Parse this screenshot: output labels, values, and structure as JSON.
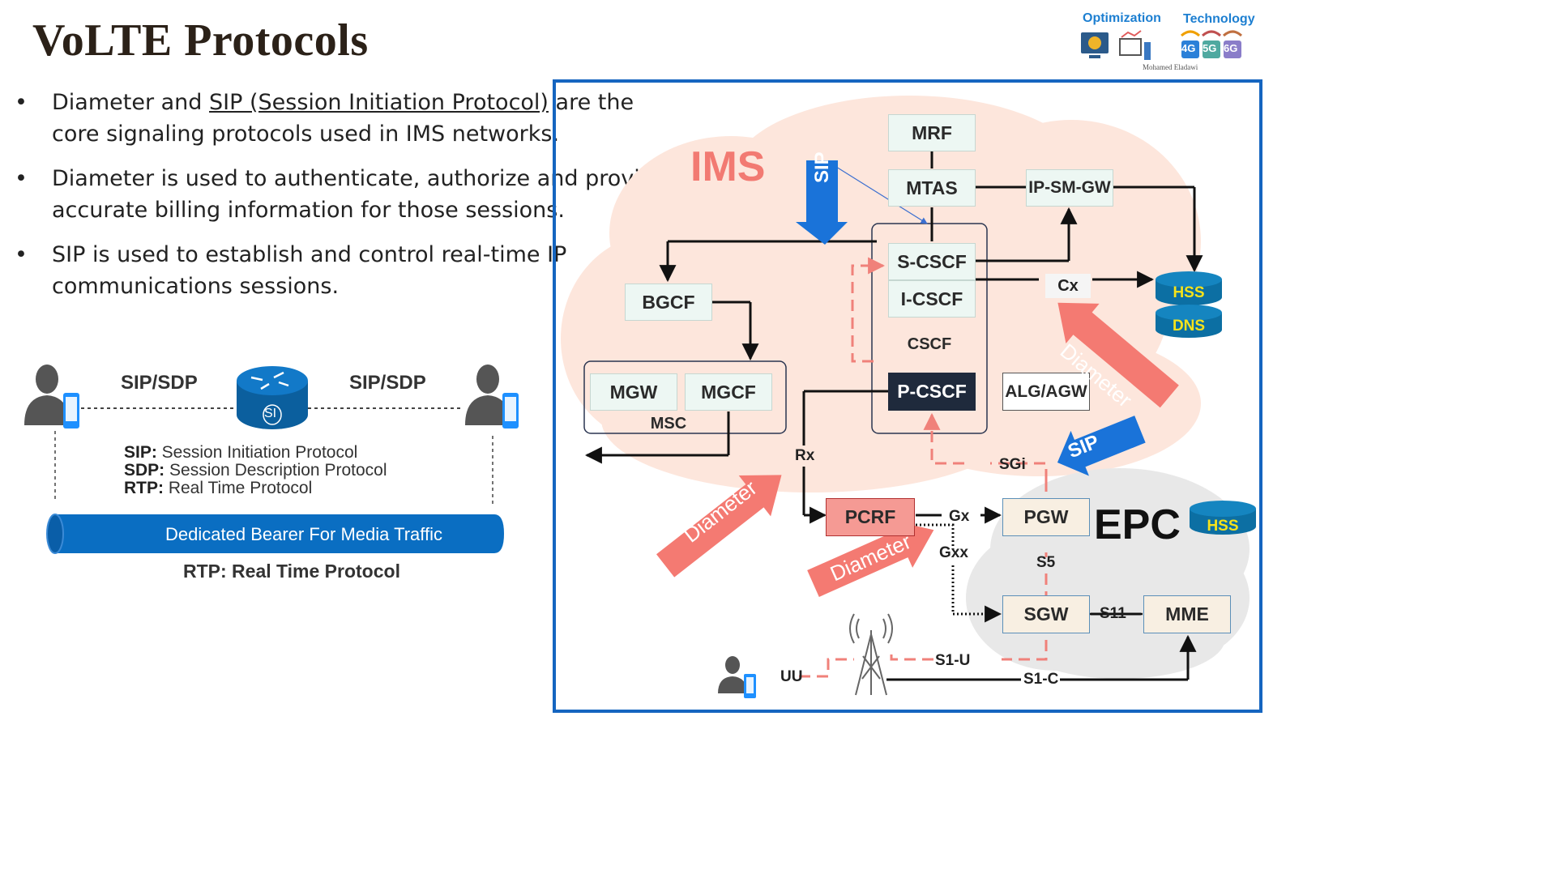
{
  "title": "VoLTE Protocols",
  "bullets": [
    {
      "pre": "Diameter and ",
      "link": "SIP (Session Initiation Protocol)",
      "post": " are the core signaling protocols used in IMS networks."
    },
    {
      "pre": "Diameter is used to authenticate, authorize and provide accurate billing information for those sessions.",
      "link": "",
      "post": ""
    },
    {
      "pre": "SIP is used to establish and control real-time IP communications sessions.",
      "link": "",
      "post": ""
    }
  ],
  "left_diagram": {
    "sip_sdp_left": "SIP/SDP",
    "sip_sdp_right": "SIP/SDP",
    "router_label": "SI",
    "legend": [
      {
        "abbr": "SIP:",
        "text": " Session Initiation Protocol"
      },
      {
        "abbr": "SDP:",
        "text": " Session Description Protocol"
      },
      {
        "abbr": "RTP:",
        "text": " Real Time Protocol"
      }
    ],
    "bearer": "Dedicated Bearer For Media Traffic",
    "rtp": "RTP: Real Time Protocol"
  },
  "logo": {
    "optimization": "Optimization",
    "technology": "Technology",
    "author": "Mohamed Eladawi",
    "gens": [
      "4G",
      "5G",
      "6G"
    ]
  },
  "diagram": {
    "ims_label": "IMS",
    "epc_label": "EPC",
    "nodes": {
      "mrf": "MRF",
      "mtas": "MTAS",
      "ipsmgw": "IP-SM-GW",
      "scscf": "S-CSCF",
      "icscf": "I-CSCF",
      "csc": "CSCF",
      "pcscf": "P-CSCF",
      "bgcf": "BGCF",
      "mgw": "MGW",
      "mgcf": "MGCF",
      "msc": "MSC",
      "alg": "ALG/AGW",
      "hss": "HSS",
      "dns": "DNS",
      "hss_epc": "HSS",
      "pcrf": "PCRF",
      "pgw": "PGW",
      "sgw": "SGW",
      "mme": "MME"
    },
    "interfaces": {
      "cx": "Cx",
      "rx": "Rx",
      "gx": "Gx",
      "gxx": "Gxx",
      "sgi": "SGi",
      "s5": "S5",
      "s11": "S11",
      "s1u": "S1-U",
      "s1c": "S1-C",
      "uu": "UU"
    },
    "arrows": {
      "sip_top": "SIP",
      "sip_epc": "SIP",
      "diameter_right": "Diameter",
      "diameter_left": "Diameter",
      "diameter_mid": "Diameter"
    },
    "colors": {
      "frame": "#1565c0",
      "sip_arrow": "#1a73d9",
      "diameter_arrow": "#f47a72",
      "ims_cloud": "#fde6dc",
      "epc_cloud": "#e8e8e8",
      "ims_text": "#f27a72",
      "cylinder": "#0c6fa3",
      "cylinder_text": "#f5e21b",
      "pcscf_fill": "#1f2a3c",
      "pcrf_fill": "#f59a94",
      "dashed_red": "#f0817a"
    }
  }
}
